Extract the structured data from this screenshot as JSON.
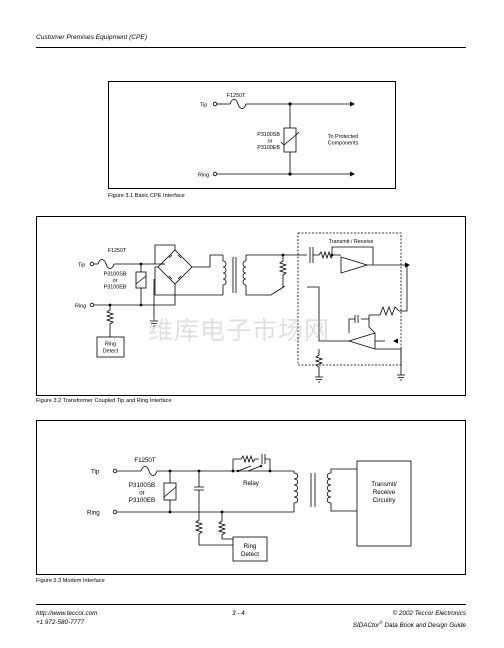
{
  "header": {
    "title": "Customer Premises Equipment (CPE)"
  },
  "figure1": {
    "fuse": "F1250T",
    "tip": "Tip",
    "ring": "Ring",
    "sidactor": [
      "P3100SB",
      "or",
      "P3100EB"
    ],
    "protected": [
      "To Protected",
      "Components"
    ],
    "caption": "Figure 3.1   Basic CPE Interface"
  },
  "figure2": {
    "fuse": "F1250T",
    "tip": "Tip",
    "ring": "Ring",
    "sidactor": [
      "P3100SB",
      "or",
      "P3100EB"
    ],
    "ring_detect": [
      "Ring",
      "Detect"
    ],
    "transmit_receive": "Transmit / Receive",
    "caption": "Figure 3.2   Transformer Coupled Tip and Ring Interface"
  },
  "figure3": {
    "fuse": "F1250T",
    "tip": "Tip",
    "ring": "Ring",
    "sidactor": [
      "P3100SB",
      "or",
      "P3100EB"
    ],
    "relay": "Relay",
    "ring_detect": [
      "Ring",
      "Detect"
    ],
    "transmit": [
      "Transmit/",
      "Receive",
      "Circuitry"
    ],
    "caption": "Figure 3.3   Modem Interface"
  },
  "watermark": "维库电子市场网",
  "footer": {
    "url": "http://www.teccor.com",
    "phone": "+1 972-580-7777",
    "page": "3 - 4",
    "copyright": "© 2002 Teccor Electronics",
    "book_prefix": "SIDACtor",
    "book_sup": "®",
    "book_suffix": " Data Book and Design Guide"
  }
}
